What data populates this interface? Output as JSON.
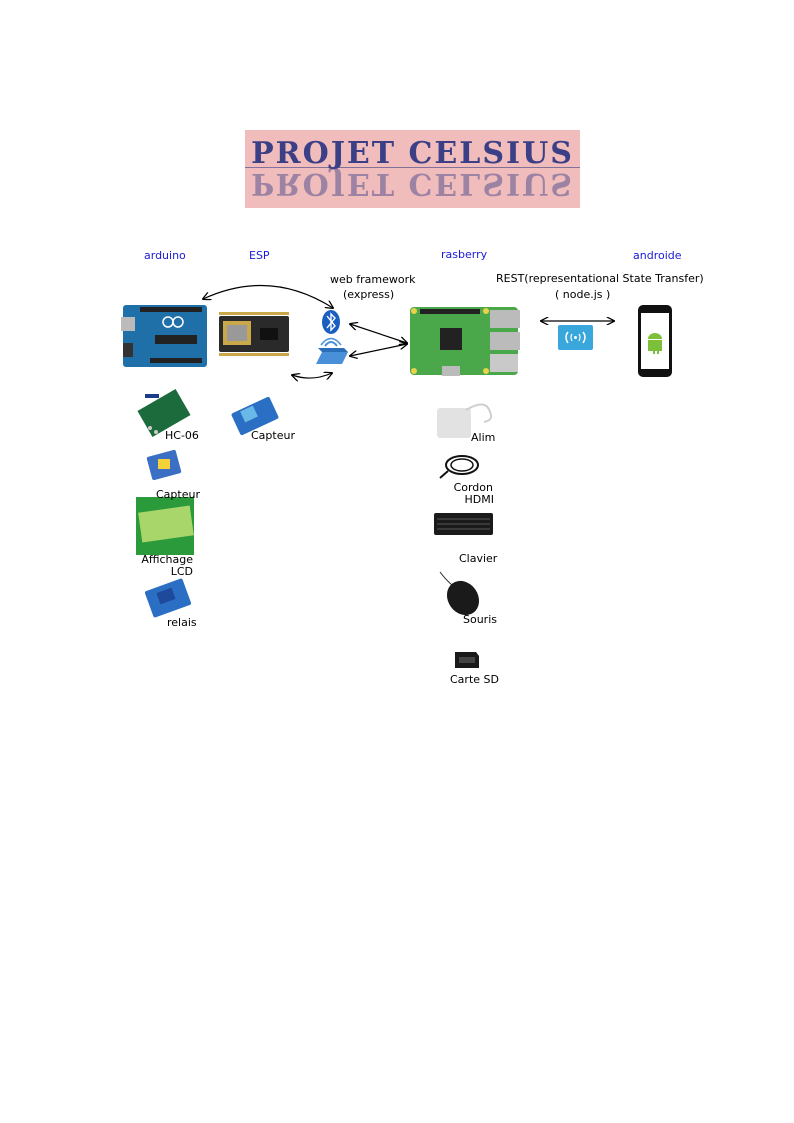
{
  "banner": {
    "title": "PROJET CELSIUS"
  },
  "columns": {
    "arduino": "arduino",
    "esp": "ESP",
    "rasberry": "rasberry",
    "androide": "androide"
  },
  "notes": {
    "web_framework": "web framework",
    "express": "(express)",
    "rest": "REST(representational State Transfer)",
    "nodejs": "( node.js )"
  },
  "arduino_parts": {
    "hc06": "HC-06",
    "capteur": "Capteur",
    "affichage": "Affichage",
    "lcd": "LCD",
    "relais": "relais"
  },
  "esp_parts": {
    "capteur": "Capteur"
  },
  "rasberry_parts": {
    "alim": "Alim",
    "cordon": "Cordon",
    "hdmi": "HDMI",
    "clavier": "Clavier",
    "souris": "Souris",
    "carte_sd": "Carte SD"
  },
  "colors": {
    "label_blue": "#1a1ad6",
    "banner_bg": "#f0bcbc",
    "banner_text": "#3b3f86"
  }
}
